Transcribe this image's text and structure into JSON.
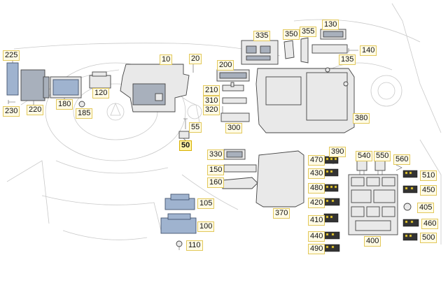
{
  "labels": {
    "p10": "10",
    "p20": "20",
    "p50": "50",
    "p55": "55",
    "p100": "100",
    "p105": "105",
    "p110": "110",
    "p120": "120",
    "p130": "130",
    "p135": "135",
    "p140": "140",
    "p150": "150",
    "p160": "160",
    "p180": "180",
    "p185": "185",
    "p200": "200",
    "p210": "210",
    "p220": "220",
    "p225": "225",
    "p230": "230",
    "p300": "300",
    "p310": "310",
    "p320": "320",
    "p330": "330",
    "p335": "335",
    "p350": "350",
    "p355": "355",
    "p370": "370",
    "p380": "380",
    "p390": "390",
    "p400": "400",
    "p405": "405",
    "p410": "410",
    "p420": "420",
    "p430": "430",
    "p440": "440",
    "p450": "450",
    "p460": "460",
    "p470": "470",
    "p480": "480",
    "p490": "490",
    "p500": "500",
    "p510": "510",
    "p540": "540",
    "p550": "550",
    "p560": "560"
  },
  "highlighted_label": "50",
  "colors": {
    "highlight": "#fff2a6",
    "label_box_border": "#e2c85a",
    "part_fill": "#e9e9e9"
  }
}
